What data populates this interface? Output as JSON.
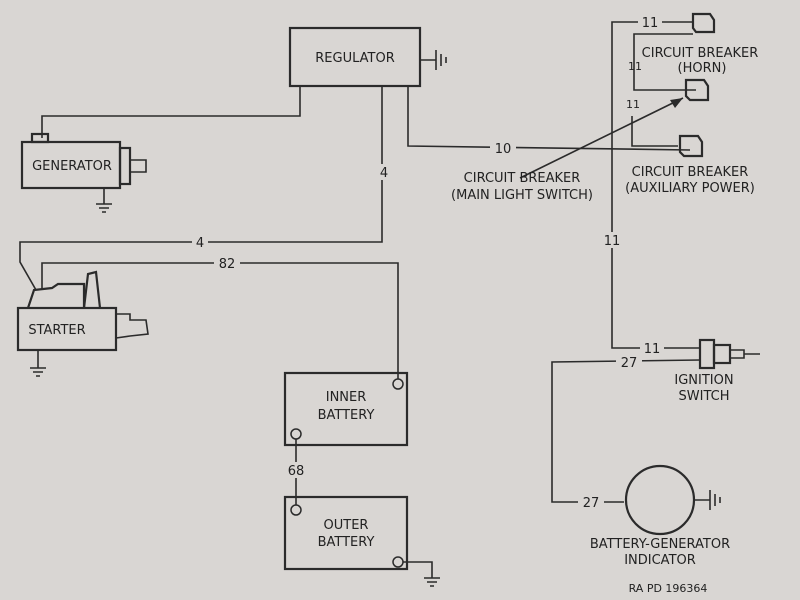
{
  "components": {
    "regulator": "REGULATOR",
    "generator": "GENERATOR",
    "starter": "STARTER",
    "inner_battery": [
      "INNER",
      "BATTERY"
    ],
    "outer_battery": [
      "OUTER",
      "BATTERY"
    ],
    "cb_horn": [
      "CIRCUIT BREAKER",
      "(HORN)"
    ],
    "cb_aux": [
      "CIRCUIT BREAKER",
      "(AUXILIARY POWER)"
    ],
    "cb_main": [
      "CIRCUIT BREAKER",
      "(MAIN LIGHT SWITCH)"
    ],
    "ignition": [
      "IGNITION",
      "SWITCH"
    ],
    "indicator": [
      "BATTERY-GENERATOR",
      "INDICATOR"
    ]
  },
  "wires": {
    "w4a": "4",
    "w4b": "4",
    "w82": "82",
    "w10": "10",
    "w68": "68",
    "w11_top": "11",
    "w11_horn": "11",
    "w11_main": "11",
    "w11_vert": "11",
    "w11_ign": "11",
    "w27_ign": "27",
    "w27_ind": "27"
  },
  "footer": {
    "ref": "RA PD  196364"
  }
}
